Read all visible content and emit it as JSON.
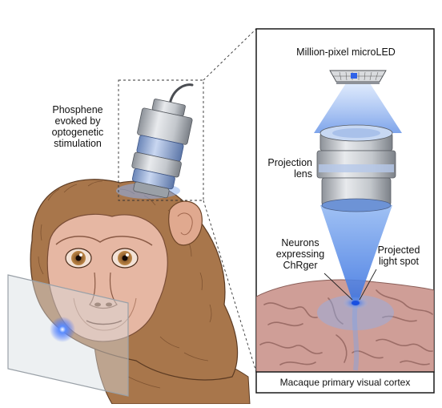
{
  "labels": {
    "phosphene": [
      "Phosphene",
      "evoked by",
      "optogenetic",
      "stimulation"
    ],
    "microled": "Million-pixel microLED",
    "projection_lens": [
      "Projection",
      "lens"
    ],
    "neurons": [
      "Neurons",
      "expressing",
      "ChRger"
    ],
    "projected_spot": [
      "Projected",
      "light spot"
    ],
    "cortex": "Macaque primary visual cortex"
  },
  "colors": {
    "fur": "#a8764b",
    "fur_dark": "#6e4527",
    "face": "#e6b7a3",
    "brain": "#cf9e97",
    "brain_dark": "#9c6d67",
    "metal": "#c9ccd1",
    "lens_blue": "#6d93d6",
    "beam": "#7aa8ee",
    "spot": "#1a4fe0",
    "frame": "#1a1a1a"
  },
  "icons": [
    "monkey-illustration",
    "microled-chip-icon",
    "projection-lens-icon",
    "light-beam",
    "brain-cortex-illustration",
    "phosphene-glow-icon",
    "headmount-device-icon"
  ]
}
